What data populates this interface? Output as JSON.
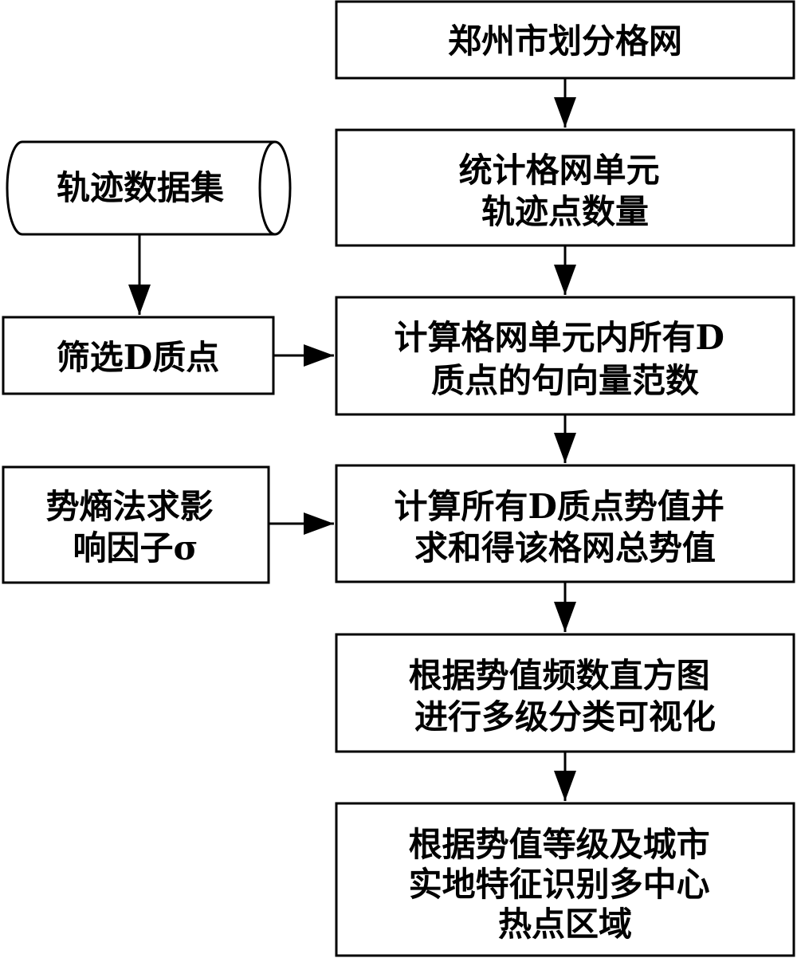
{
  "diagram": {
    "nodes": {
      "grid_division": {
        "lines": [
          "郑州市划分格网"
        ]
      },
      "count_points": {
        "lines": [
          "统计格网单元",
          "轨迹点数量"
        ]
      },
      "compute_norm": {
        "lines": [
          "计算格网单元内所有D",
          "质点的句向量范数"
        ]
      },
      "compute_potential": {
        "lines": [
          "计算所有D质点势值并",
          "求和得该格网总势值"
        ]
      },
      "classify_visualize": {
        "lines": [
          "根据势值频数直方图",
          "进行多级分类可视化"
        ]
      },
      "identify_hotspots": {
        "lines": [
          "根据势值等级及城市",
          "实地特征识别多中心",
          "热点区域"
        ]
      },
      "trajectory_dataset": {
        "lines": [
          "轨迹数据集"
        ]
      },
      "filter_d_points": {
        "lines": [
          "筛选D质点"
        ]
      },
      "impact_factor": {
        "lines": [
          "势熵法求影",
          "响因子σ"
        ]
      }
    },
    "edges": [
      {
        "from": "grid_division",
        "to": "count_points"
      },
      {
        "from": "count_points",
        "to": "compute_norm"
      },
      {
        "from": "compute_norm",
        "to": "compute_potential"
      },
      {
        "from": "compute_potential",
        "to": "classify_visualize"
      },
      {
        "from": "classify_visualize",
        "to": "identify_hotspots"
      },
      {
        "from": "trajectory_dataset",
        "to": "filter_d_points"
      },
      {
        "from": "filter_d_points",
        "to": "compute_norm"
      },
      {
        "from": "impact_factor",
        "to": "compute_potential"
      }
    ]
  }
}
